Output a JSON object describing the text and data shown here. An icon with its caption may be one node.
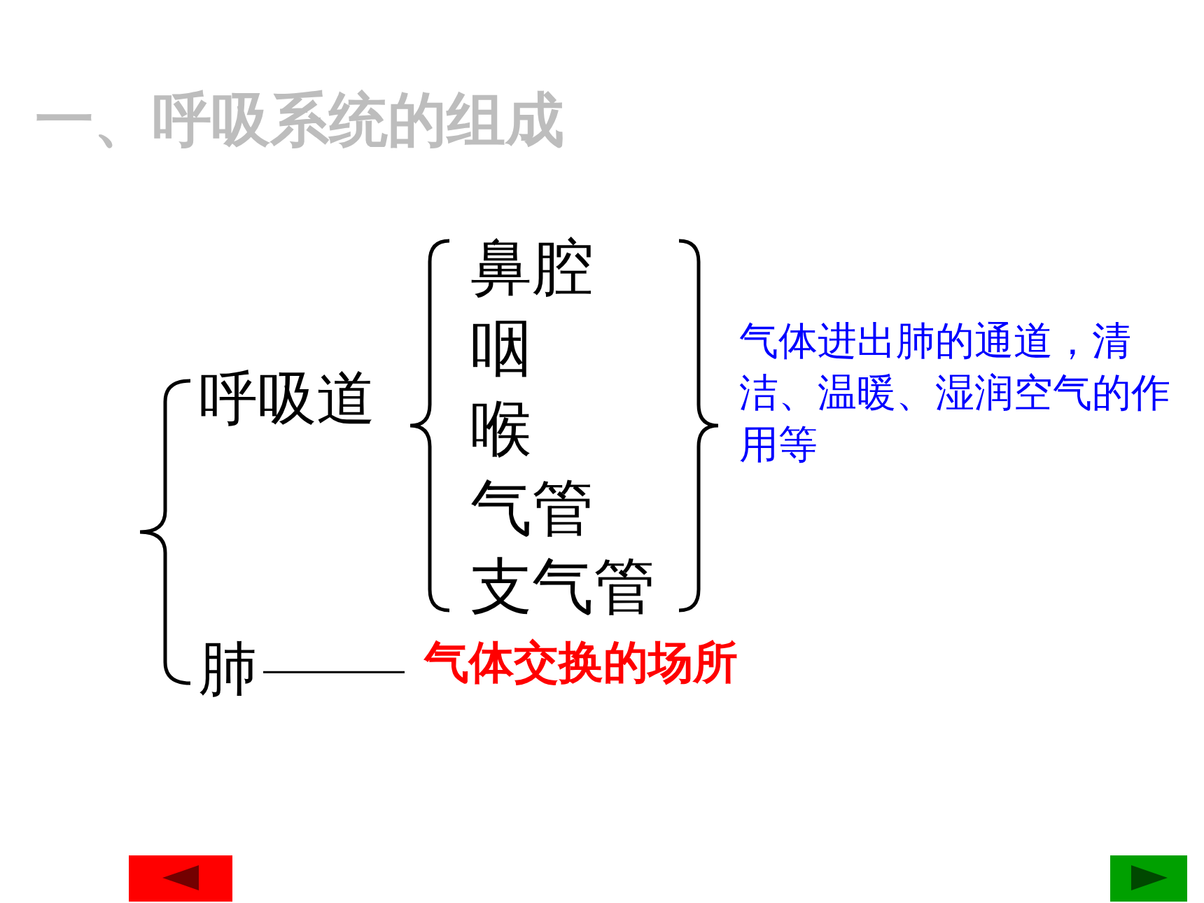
{
  "diagram": {
    "title": "一、呼吸系统的组成",
    "nodes": [
      {
        "text": [
          "呼吸道"
        ]
      },
      {
        "text": [
          "鼻腔"
        ]
      },
      {
        "text": [
          "咽"
        ]
      },
      {
        "text": [
          "喉"
        ]
      },
      {
        "text": [
          "气管"
        ]
      },
      {
        "text": [
          "支气管"
        ]
      },
      {
        "text": [
          "肺"
        ]
      },
      {
        "text": [
          "气体交换的场所"
        ]
      }
    ],
    "edges": [
      {
        "from": 6,
        "to": 7,
        "arrow": "none"
      }
    ],
    "labels": [
      "气体进出肺的通道，清洁、温暖、湿润空气的作用等"
    ]
  }
}
